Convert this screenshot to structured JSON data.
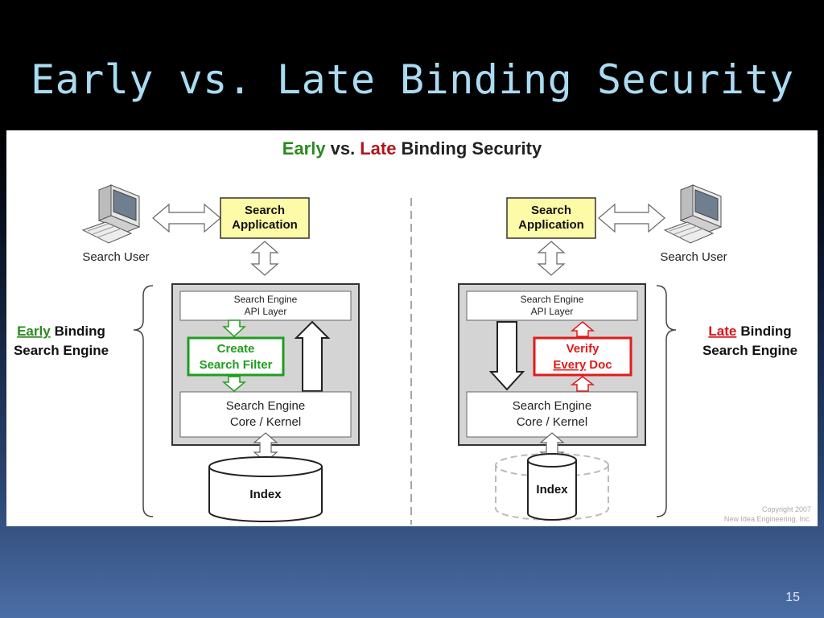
{
  "slide": {
    "title": "Early vs. Late Binding Security",
    "page_number": "15"
  },
  "figure": {
    "title": {
      "early": "Early",
      "vs": "vs.",
      "late": "Late",
      "rest": "Binding Security"
    },
    "left": {
      "user_label": "Search User",
      "app_line1": "Search",
      "app_line2": "Application",
      "api_line1": "Search Engine",
      "api_line2": "API Layer",
      "filter_line1": "Create",
      "filter_line2": "Search Filter",
      "core_line1": "Search Engine",
      "core_line2": "Core / Kernel",
      "index_label": "Index",
      "binding_word": "Early",
      "binding_rest": "Binding",
      "binding_line2": "Search Engine"
    },
    "right": {
      "user_label": "Search User",
      "app_line1": "Search",
      "app_line2": "Application",
      "api_line1": "Search Engine",
      "api_line2": "API Layer",
      "verify_line1": "Verify",
      "verify_every": "Every",
      "verify_doc": "Doc",
      "core_line1": "Search Engine",
      "core_line2": "Core / Kernel",
      "index_label": "Index",
      "binding_word": "Late",
      "binding_rest": "Binding",
      "binding_line2": "Search Engine"
    },
    "copyright_line1": "Copyright 2007",
    "copyright_line2": "New Idea Engineering, Inc."
  },
  "colors": {
    "title_text": "#a9dcf2",
    "early_green": "#2a8a1e",
    "late_red": "#b0151a",
    "filter_green": "#1f9e1f",
    "verify_red": "#e01b1b",
    "app_yellow": "#fdfaa8",
    "engine_gray": "#d4d4d4"
  },
  "icons": [
    "computer-icon",
    "double-arrow-icon",
    "curly-brace-icon",
    "database-icon"
  ]
}
